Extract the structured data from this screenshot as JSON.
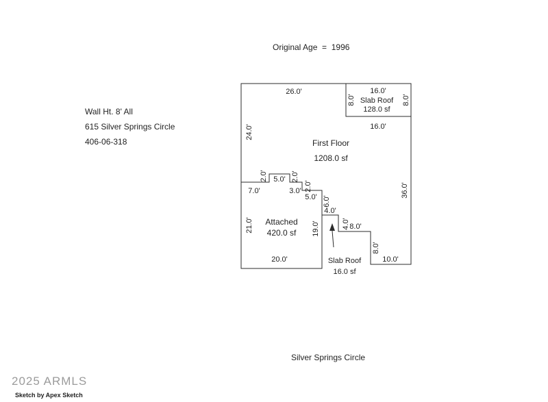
{
  "header": {
    "original_age": "Original Age  =  1996"
  },
  "property_info": {
    "wall_height": "Wall Ht. 8' All",
    "address": "615 Silver Springs Circle",
    "parcel": "406-06-318"
  },
  "sketch": {
    "rooms": {
      "first_floor": {
        "label": "First Floor",
        "area": "1208.0 sf"
      },
      "attached": {
        "label": "Attached",
        "area": "420.0 sf"
      },
      "slab_roof_large": {
        "label": "Slab Roof",
        "area": "128.0 sf"
      },
      "slab_roof_small": {
        "label": "Slab Roof",
        "area": "16.0 sf"
      }
    },
    "dims": {
      "top": "26.0'",
      "slab_left": "8.0'",
      "slab_top": "16.0'",
      "slab_right": "8.0'",
      "top_right": "16.0'",
      "left_upper": "24.0'",
      "right_side": "36.0'",
      "jog_up_2": "2.0'",
      "jog_top_5": "5.0'",
      "jog_down_2a": "2.0'",
      "jog_mid_3": "3.0'",
      "jog_down_2b": "2.0'",
      "jog_low_5": "5.0'",
      "garage_top_7": "7.0'",
      "step_down_6": "6.0'",
      "step_right_4": "4.0'",
      "step_down_4": "4.0'",
      "step_right_8": "8.0'",
      "step_down_8": "8.0'",
      "bottom_right_10": "10.0'",
      "garage_bottom_20": "20.0'",
      "garage_left_21": "21.0'",
      "garage_right_19": "19.0'"
    }
  },
  "footer": {
    "street": "Silver Springs Circle",
    "watermark": "2025 ARMLS",
    "credit": "Sketch by Apex Sketch"
  }
}
